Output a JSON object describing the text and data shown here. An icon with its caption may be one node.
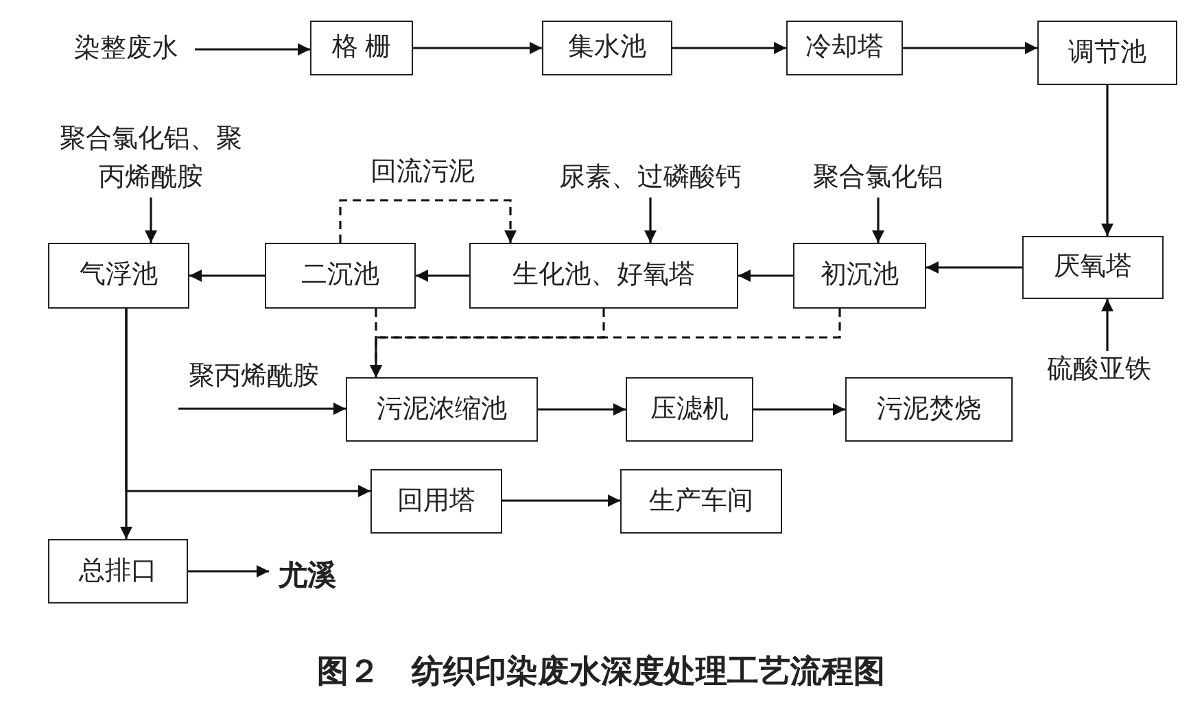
{
  "diagram": {
    "caption": "图２　纺织印染废水深度处理工艺流程图",
    "nodes": [
      {
        "text": [
          "染整废水"
        ]
      },
      {
        "text": [
          "格 栅"
        ]
      },
      {
        "text": [
          "集水池"
        ]
      },
      {
        "text": [
          "冷却塔"
        ]
      },
      {
        "text": [
          "调节池"
        ]
      },
      {
        "text": [
          "聚合氯化铝、聚丙烯酰胺"
        ]
      },
      {
        "text": [
          "尿素、过磷酸钙"
        ]
      },
      {
        "text": [
          "聚合氯化铝"
        ]
      },
      {
        "text": [
          "气浮池"
        ]
      },
      {
        "text": [
          "二沉池"
        ]
      },
      {
        "text": [
          "生化池、好氧塔"
        ]
      },
      {
        "text": [
          "初沉池"
        ]
      },
      {
        "text": [
          "厌氧塔"
        ]
      },
      {
        "text": [
          "硫酸亚铁"
        ]
      },
      {
        "text": [
          "聚丙烯酰胺"
        ]
      },
      {
        "text": [
          "污泥浓缩池"
        ]
      },
      {
        "text": [
          "压滤机"
        ]
      },
      {
        "text": [
          "污泥焚烧"
        ]
      },
      {
        "text": [
          "回用塔"
        ]
      },
      {
        "text": [
          "生产车间"
        ]
      },
      {
        "text": [
          "总排口"
        ]
      },
      {
        "text": [
          "尤溪"
        ]
      }
    ],
    "edges": [
      {
        "from": 0,
        "to": 1,
        "arrow": "to"
      },
      {
        "from": 1,
        "to": 2,
        "arrow": "to"
      },
      {
        "from": 2,
        "to": 3,
        "arrow": "to"
      },
      {
        "from": 3,
        "to": 4,
        "arrow": "to"
      },
      {
        "from": 4,
        "to": 12,
        "arrow": "to"
      },
      {
        "from": 13,
        "to": 12,
        "arrow": "to"
      },
      {
        "from": 12,
        "to": 11,
        "arrow": "to"
      },
      {
        "from": 7,
        "to": 11,
        "arrow": "to"
      },
      {
        "from": 11,
        "to": 10,
        "arrow": "to"
      },
      {
        "from": 6,
        "to": 10,
        "arrow": "to"
      },
      {
        "from": 10,
        "to": 9,
        "arrow": "to"
      },
      {
        "from": 9,
        "to": 10,
        "arrow": "to",
        "label": "回流污泥",
        "style": "dashed"
      },
      {
        "from": 9,
        "to": 8,
        "arrow": "to"
      },
      {
        "from": 5,
        "to": 8,
        "arrow": "to"
      },
      {
        "from": 8,
        "to": 20,
        "arrow": "to"
      },
      {
        "from": 8,
        "to": 18,
        "arrow": "to"
      },
      {
        "from": 9,
        "to": 15,
        "arrow": "to",
        "style": "dashed"
      },
      {
        "from": 10,
        "to": 15,
        "arrow": "to",
        "style": "dashed"
      },
      {
        "from": 11,
        "to": 15,
        "arrow": "to",
        "style": "dashed"
      },
      {
        "from": 14,
        "to": 15,
        "arrow": "to"
      },
      {
        "from": 15,
        "to": 16,
        "arrow": "to"
      },
      {
        "from": 16,
        "to": 17,
        "arrow": "to"
      },
      {
        "from": 18,
        "to": 19,
        "arrow": "to"
      },
      {
        "from": 20,
        "to": 21,
        "arrow": "to"
      }
    ]
  }
}
